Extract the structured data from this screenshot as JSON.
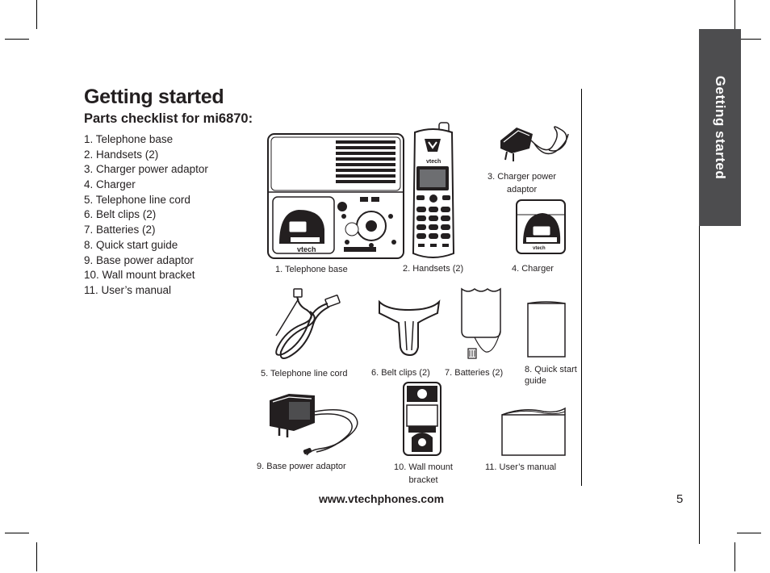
{
  "side_tab": {
    "label": "Getting started"
  },
  "heading": {
    "title": "Getting started",
    "subtitle": "Parts checklist for mi6870:"
  },
  "parts_list": [
    "1.  Telephone base",
    "2.  Handsets (2)",
    "3.  Charger power adaptor",
    "4.  Charger",
    "5.  Telephone line cord",
    "6.  Belt clips (2)",
    "7.  Batteries (2)",
    "8.  Quick start guide",
    "9.  Base power adaptor",
    "10. Wall mount bracket",
    "11. User’s manual"
  ],
  "figures": {
    "telephone_base": {
      "caption": "1. Telephone base",
      "brand": "vtech"
    },
    "handsets": {
      "caption": "2. Handsets (2)",
      "brand": "vtech"
    },
    "charger_power_adaptor": {
      "caption_line1": "3. Charger power",
      "caption_line2": "adaptor"
    },
    "charger": {
      "caption": "4. Charger",
      "brand": "vtech"
    },
    "telephone_line_cord": {
      "caption": "5. Telephone line cord"
    },
    "belt_clips": {
      "caption": "6. Belt clips (2)"
    },
    "batteries": {
      "caption": "7. Batteries (2)"
    },
    "quick_start_guide": {
      "caption_line1": "8. Quick start",
      "caption_line2": "guide"
    },
    "base_power_adaptor": {
      "caption": "9. Base power adaptor"
    },
    "wall_mount_bracket": {
      "caption_line1": "10. Wall mount",
      "caption_line2": "bracket"
    },
    "users_manual": {
      "caption": "11. User’s manual"
    }
  },
  "footer": {
    "url": "www.vtechphones.com",
    "page_number": "5"
  }
}
